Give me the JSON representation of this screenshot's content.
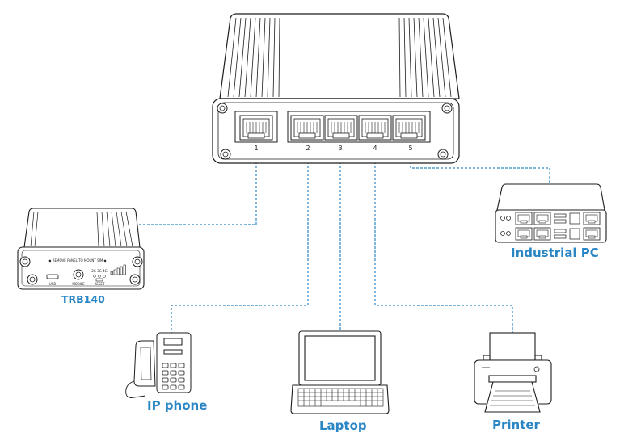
{
  "switch": {
    "port_numbers": [
      "1",
      "2",
      "3",
      "4",
      "5"
    ]
  },
  "devices": {
    "trb140": {
      "label": "TRB140",
      "panel_text": "◆ REMOVE PANEL TO MOUNT SIM ◆",
      "usb_label": "USB",
      "mobile_label": "MOBILE",
      "leds_label": "2G 3G 4G",
      "reset_label": "RESET"
    },
    "industrial_pc": {
      "label": "Industrial PC"
    },
    "ip_phone": {
      "label": "IP phone"
    },
    "laptop": {
      "label": "Laptop"
    },
    "printer": {
      "label": "Printer"
    }
  },
  "colors": {
    "accent": "#2a86c4",
    "line": "#1c1c1c",
    "connection": "#2a86c4"
  }
}
